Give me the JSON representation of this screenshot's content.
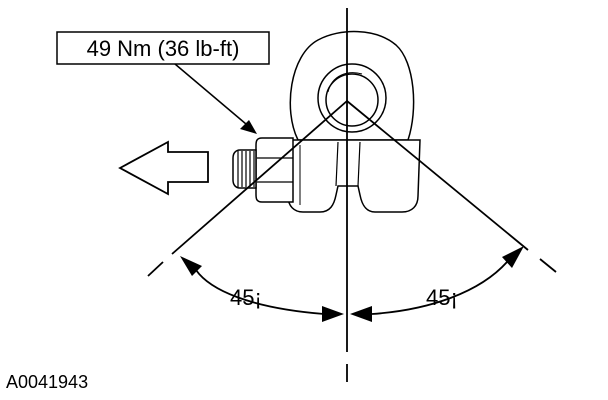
{
  "callout": {
    "torque_label": "49 Nm (36 lb-ft)"
  },
  "angles": {
    "left_label": "45¡",
    "right_label": "45¡"
  },
  "figure": {
    "id": "A0041943"
  },
  "colors": {
    "ink": "#000000",
    "background": "#ffffff"
  }
}
